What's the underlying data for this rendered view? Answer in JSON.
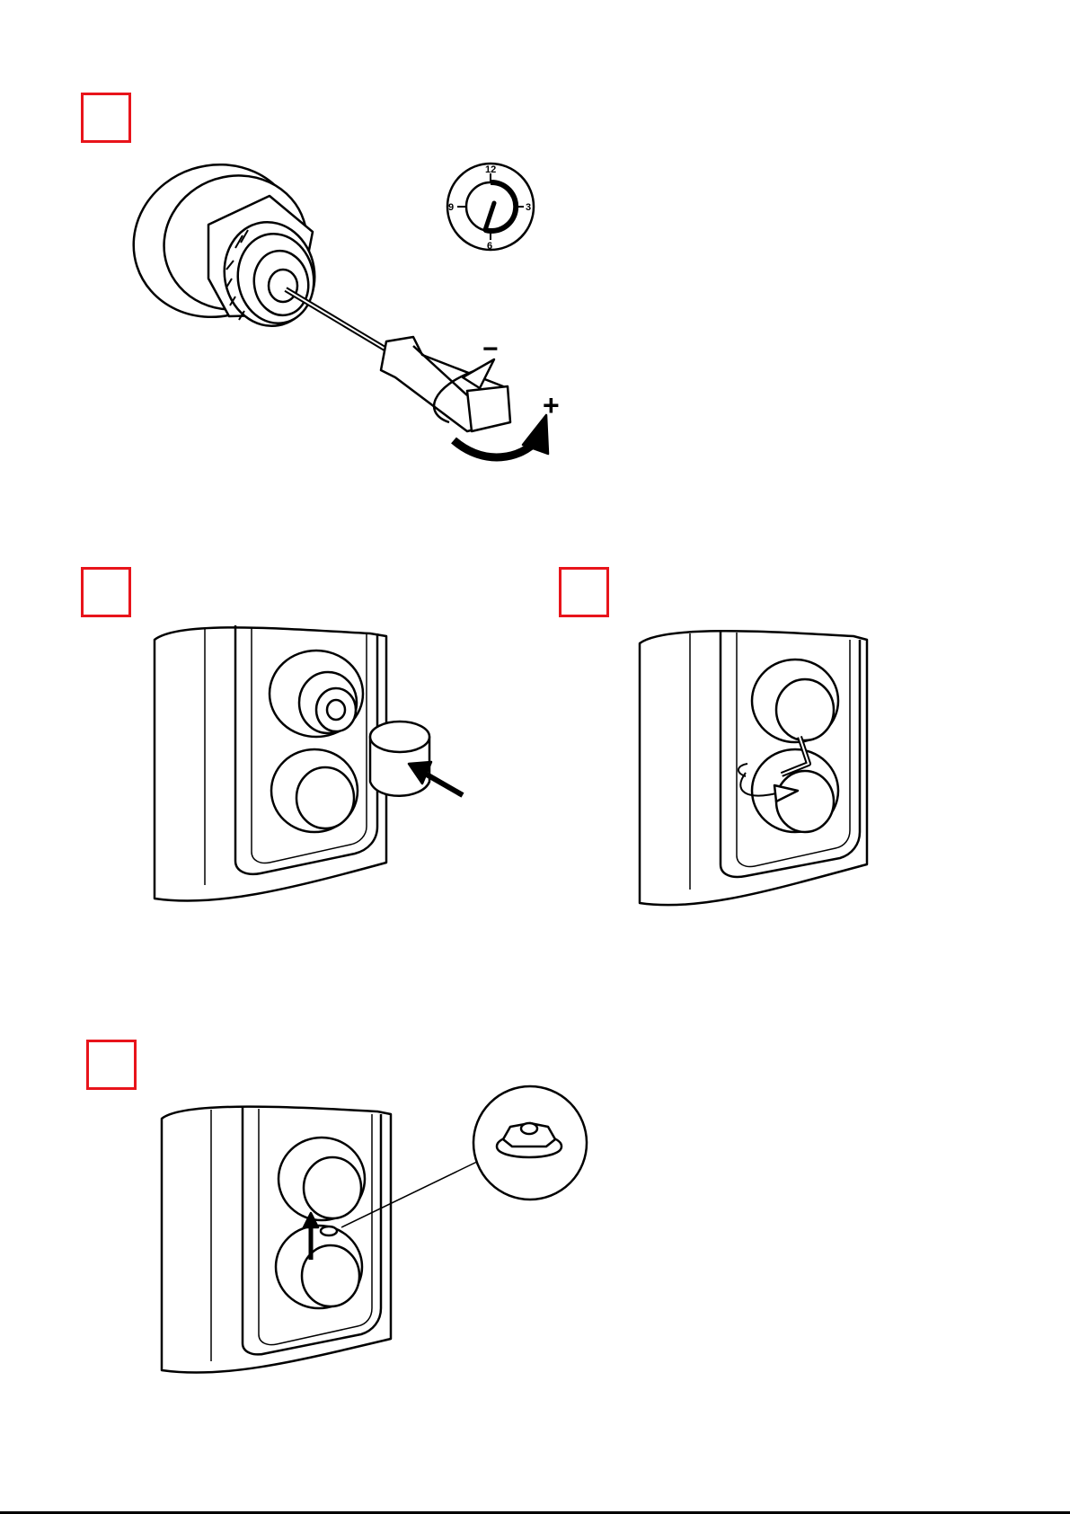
{
  "steps": [
    {
      "id": "step-1",
      "number": ""
    },
    {
      "id": "step-2",
      "number": ""
    },
    {
      "id": "step-3",
      "number": ""
    },
    {
      "id": "step-4",
      "number": ""
    }
  ],
  "dial": {
    "labels": {
      "top": "12",
      "right": "3",
      "bottom": "6",
      "left": "9"
    }
  },
  "adjust_signs": {
    "decrease": "−",
    "increase": "+"
  },
  "colors": {
    "step_box_border": "#e8141b",
    "line_art": "#000000",
    "background": "#ffffff"
  }
}
